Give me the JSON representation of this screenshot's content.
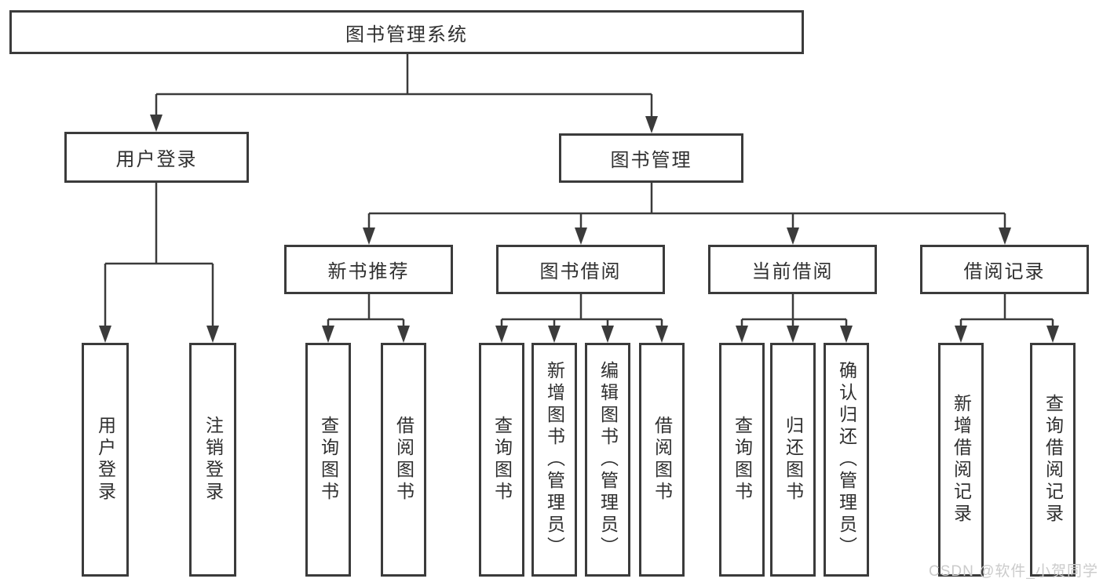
{
  "colors": {
    "background": "#ffffff",
    "line": "#3b3b3b",
    "text": "#2f2f2f",
    "watermark": "#cbcbcb"
  },
  "nodes": {
    "root": "图书管理系统",
    "level1": [
      "用户登录",
      "图书管理"
    ],
    "level2": [
      "新书推荐",
      "图书借阅",
      "当前借阅",
      "借阅记录"
    ],
    "leaves_login": [
      "用户登录",
      "注销登录"
    ],
    "leaves_recommend": [
      "查询图书",
      "借阅图书"
    ],
    "leaves_borrow": [
      "查询图书",
      "新增图书（管理员）",
      "编辑图书（管理员）",
      "借阅图书"
    ],
    "leaves_current": [
      "查询图书",
      "归还图书",
      "确认归还（管理员）"
    ],
    "leaves_record": [
      "新增借阅记录",
      "查询借阅记录"
    ]
  },
  "watermark": "CSDN @软件_小贺同学"
}
